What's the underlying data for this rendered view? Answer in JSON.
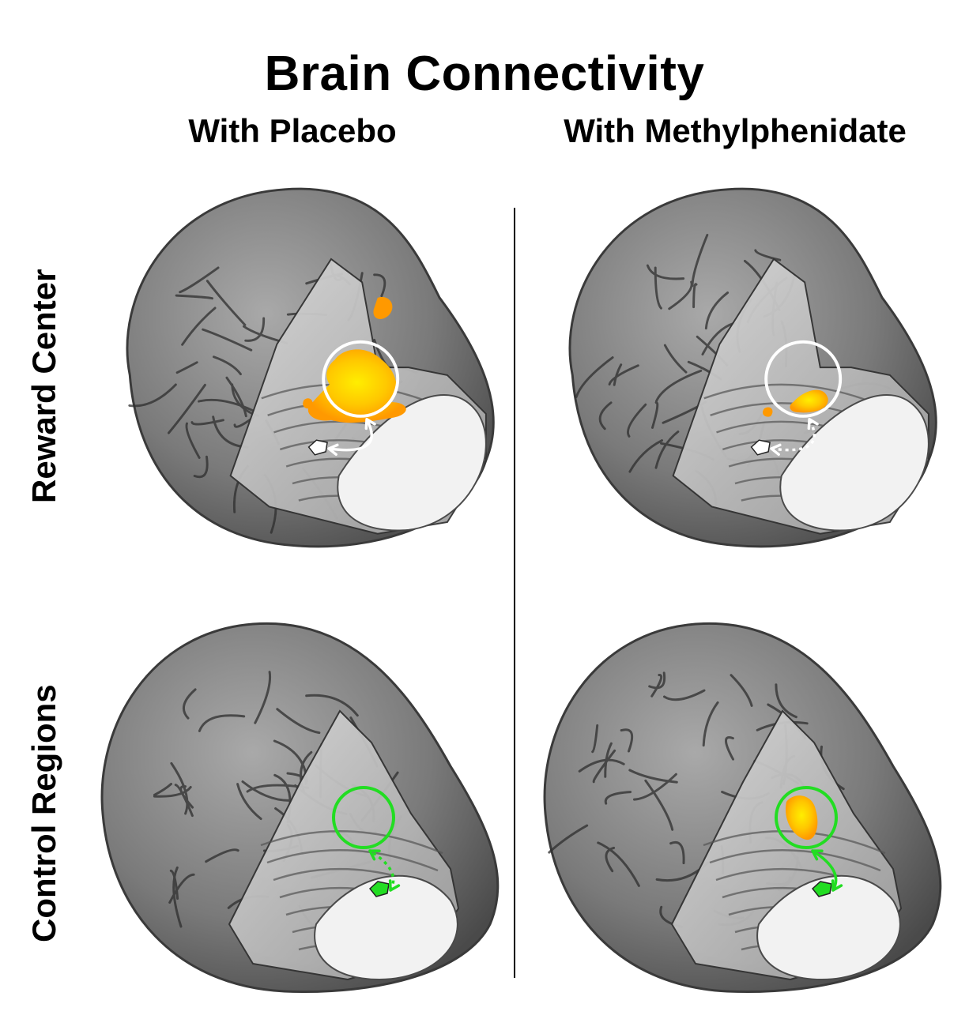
{
  "figure": {
    "title": "Brain Connectivity",
    "columns": [
      {
        "label": "With Placebo"
      },
      {
        "label": "With Methylphenidate"
      }
    ],
    "rows": [
      {
        "label": "Reward Center",
        "marker_color": "#ffffff"
      },
      {
        "label": "Control Regions",
        "marker_color": "#22dd22"
      }
    ],
    "panels": [
      {
        "row": "Reward Center",
        "column": "With Placebo",
        "activation": "large",
        "connection": "solid"
      },
      {
        "row": "Reward Center",
        "column": "With Methylphenidate",
        "activation": "small",
        "connection": "dotted"
      },
      {
        "row": "Control Regions",
        "column": "With Placebo",
        "activation": "none",
        "connection": "dotted"
      },
      {
        "row": "Control Regions",
        "column": "With Methylphenidate",
        "activation": "medium",
        "connection": "solid"
      }
    ],
    "colors": {
      "brain_gray": "#7a7a7a",
      "activation_core": "#ffee00",
      "activation_edge": "#ff9900",
      "divider": "#000000"
    }
  }
}
